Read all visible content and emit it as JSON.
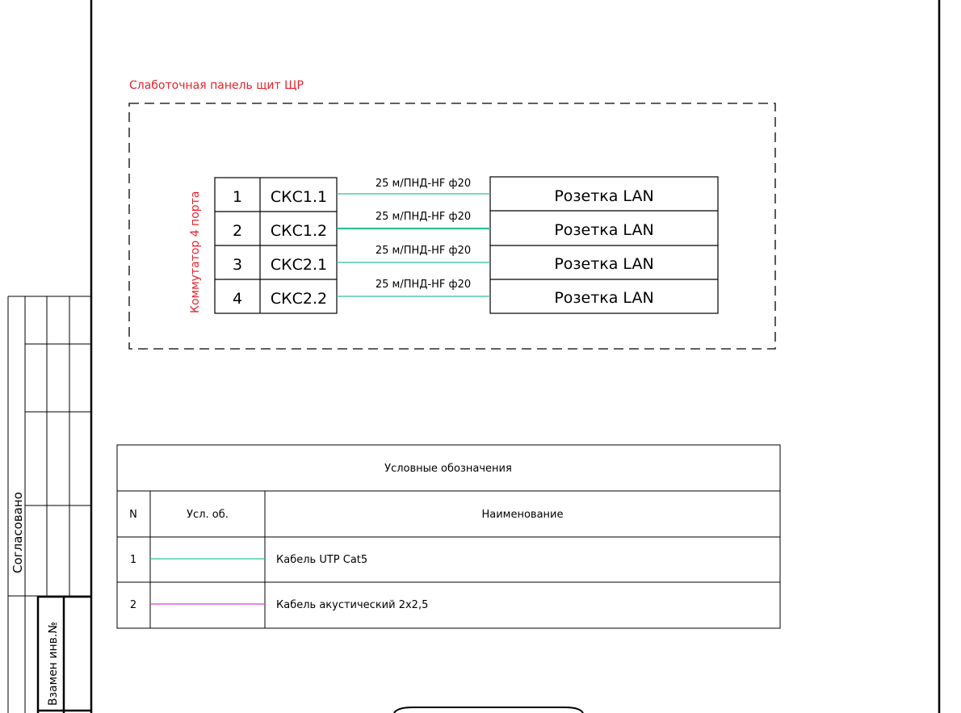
{
  "colors": {
    "frame": "#000000",
    "annotation": "#e8212b",
    "utp_cable": "#2fbf9a",
    "acoustic_cable": "#d63fe0",
    "dash_frame": "#000000"
  },
  "panel": {
    "title": "Слаботочная панель щит ЩР",
    "switch_label": "Коммутатор 4 порта",
    "ports": [
      {
        "num": "1",
        "name": "СКС1.1",
        "cable": "25 м/ПНД-HF ф20",
        "outlet": "Розетка LAN"
      },
      {
        "num": "2",
        "name": "СКС1.2",
        "cable": "25 м/ПНД-HF ф20",
        "outlet": "Розетка LAN"
      },
      {
        "num": "3",
        "name": "СКС2.1",
        "cable": "25 м/ПНД-HF ф20",
        "outlet": "Розетка LAN"
      },
      {
        "num": "4",
        "name": "СКС2.2",
        "cable": "25 м/ПНД-HF ф20",
        "outlet": "Розетка LAN"
      }
    ]
  },
  "legend": {
    "title": "Условные обозначения",
    "headers": {
      "n": "N",
      "symbol": "Усл. об.",
      "name": "Наименование"
    },
    "rows": [
      {
        "n": "1",
        "name": "Кабель UTP Cat5",
        "color_key": "utp_cable"
      },
      {
        "n": "2",
        "name": "Кабель акустический 2х2,5",
        "color_key": "acoustic_cable"
      }
    ]
  },
  "side_stamp": {
    "agreed": "Согласовано",
    "replaced_inv": "Взамен инв.№"
  }
}
